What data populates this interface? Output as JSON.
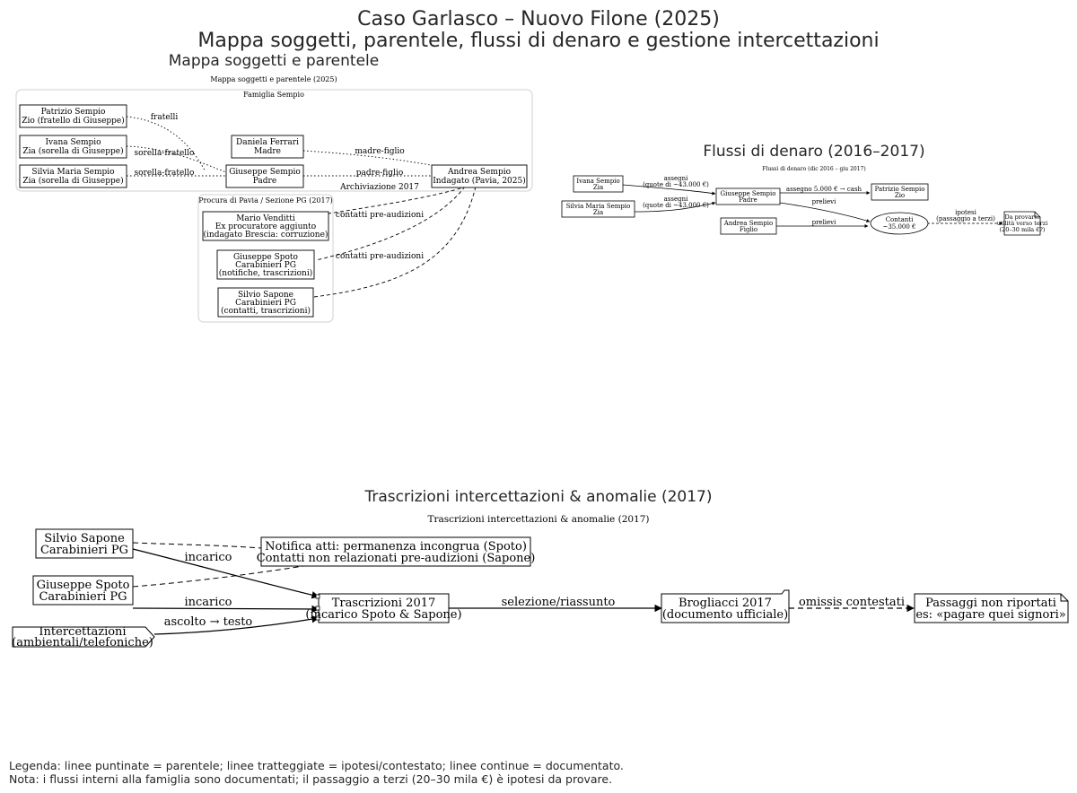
{
  "header": {
    "title": "Caso Garlasco – Nuovo Filone (2025)",
    "subtitle": "Mappa soggetti, parentele, flussi di denaro e gestione intercettazioni"
  },
  "panel_family": {
    "heading": "Mappa soggetti e parentele",
    "graph_label": "Mappa soggetti e parentele (2025)",
    "cluster_family": "Famiglia Sempio",
    "cluster_procura": "Procura di Pavia / Sezione PG (2017)",
    "nodes": {
      "patrizio": [
        "Patrizio Sempio",
        "Zio (fratello di Giuseppe)"
      ],
      "ivana": [
        "Ivana Sempio",
        "Zia (sorella di Giuseppe)"
      ],
      "silvia": [
        "Silvia Maria Sempio",
        "Zia (sorella di Giuseppe)"
      ],
      "daniela": [
        "Daniela Ferrari",
        "Madre"
      ],
      "giuseppe": [
        "Giuseppe Sempio",
        "Padre"
      ],
      "andrea": [
        "Andrea Sempio",
        "Indagato (Pavia, 2025)"
      ],
      "venditti": [
        "Mario Venditti",
        "Ex procuratore aggiunto",
        "(indagato Brescia: corruzione)"
      ],
      "spoto": [
        "Giuseppe Spoto",
        "Carabinieri PG",
        "(notifiche, trascrizioni)"
      ],
      "sapone": [
        "Silvio Sapone",
        "Carabinieri PG",
        "(contatti, trascrizioni)"
      ]
    },
    "edges": {
      "fratelli": "fratelli",
      "sorella_fratello_1": "sorella-fratello",
      "sorella_fratello_2": "sorella-fratello",
      "madre_figlio": "madre-figlio",
      "padre_figlio": "padre-figlio",
      "archiviazione": "Archiviazione 2017",
      "contatti_1": "contatti pre-audizioni",
      "contatti_2": "contatti pre-audizioni"
    }
  },
  "panel_money": {
    "heading": "Flussi di denaro (2016–2017)",
    "graph_label": "Flussi di denaro (dic 2016 – giu 2017)",
    "nodes": {
      "ivana": [
        "Ivana Sempio",
        "Zia"
      ],
      "silvia": [
        "Silvia Maria Sempio",
        "Zia"
      ],
      "giuseppe": [
        "Giuseppe Sempio",
        "Padre"
      ],
      "patrizio": [
        "Patrizio Sempio",
        "Zio"
      ],
      "andrea": [
        "Andrea Sempio",
        "Figlio"
      ],
      "contanti": [
        "Contanti",
        "~35.000 €"
      ],
      "daprovare": [
        "Da provare:",
        "utilità verso terzi",
        "(20–30 mila €?)"
      ]
    },
    "edges": {
      "assegni_1": [
        "assegni",
        "(quote di ~43.000 €)"
      ],
      "assegni_2": [
        "assegni",
        "(quote di ~43.000 €)"
      ],
      "assegno_cash": "assegno 5.000 € → cash",
      "prelievi_1": "prelievi",
      "prelievi_2": "prelievi",
      "ipotesi": [
        "ipotesi",
        "(passaggio a terzi)"
      ]
    }
  },
  "panel_trans": {
    "heading": "Trascrizioni intercettazioni & anomalie (2017)",
    "graph_label": "Trascrizioni intercettazioni & anomalie (2017)",
    "nodes": {
      "sapone": [
        "Silvio Sapone",
        "Carabinieri PG"
      ],
      "spoto": [
        "Giuseppe Spoto",
        "Carabinieri PG"
      ],
      "intercettazioni": [
        "Intercettazioni",
        "(ambientali/telefoniche)"
      ],
      "notifica": [
        "Notifica atti: permanenza incongrua (Spoto)",
        "Contatti non relazionati pre-audizioni (Sapone)"
      ],
      "trascrizioni": [
        "Trascrizioni 2017",
        "(incarico Spoto & Sapone)"
      ],
      "brogliacci": [
        "Brogliacci 2017",
        "(documento ufficiale)"
      ],
      "passaggi": [
        "Passaggi non riportati",
        "es: «pagare quei signori»"
      ]
    },
    "edges": {
      "incarico_1": "incarico",
      "incarico_2": "incarico",
      "ascolto": "ascolto → testo",
      "selezione": "selezione/riassunto",
      "omissis": "omissis contestati"
    }
  },
  "legend": {
    "line1": "Legenda: linee puntinate = parentele; linee tratteggiate = ipotesi/contestato; linee continue = documentato.",
    "line2": "Nota: i flussi interni alla famiglia sono documentati; il passaggio a terzi (20–30 mila €) è ipotesi da provare."
  }
}
